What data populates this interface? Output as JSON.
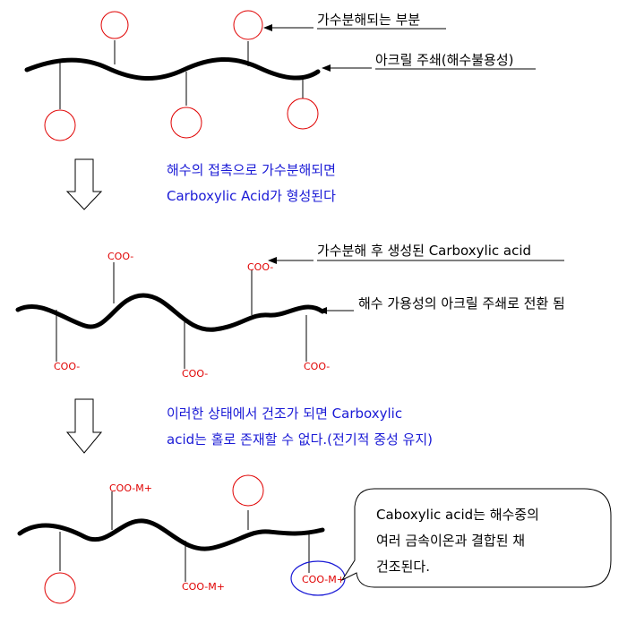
{
  "panel1": {
    "label_hydrolysis_part": "가수분해되는 부분",
    "label_backbone": "아크릴 주쇄(해수불용성)",
    "caption_line1": "해수의 접촉으로 가수분해되면",
    "caption_line2": "Carboxylic Acid가 형성된다"
  },
  "panel2": {
    "label_carboxylic": "가수분해 후 생성된 Carboxylic acid",
    "label_backbone": "해수 가용성의 아크릴 주쇄로 전환 됨",
    "group": "COO-",
    "caption_line1": "이러한 상태에서 건조가 되면 Carboxylic",
    "caption_line2": "acid는 홀로 존재할 수 없다.(전기적 중성 유지)"
  },
  "panel3": {
    "group": "COO-M+",
    "bubble_line1": "Caboxylic acid는 해수중의",
    "bubble_line2": "여러 금속이온과 결합된 채",
    "bubble_line3": "건조된다."
  },
  "colors": {
    "backbone": "#000000",
    "circle": "#e00000",
    "caption": "#1a1ad6",
    "highlight": "#1a1ad6"
  }
}
